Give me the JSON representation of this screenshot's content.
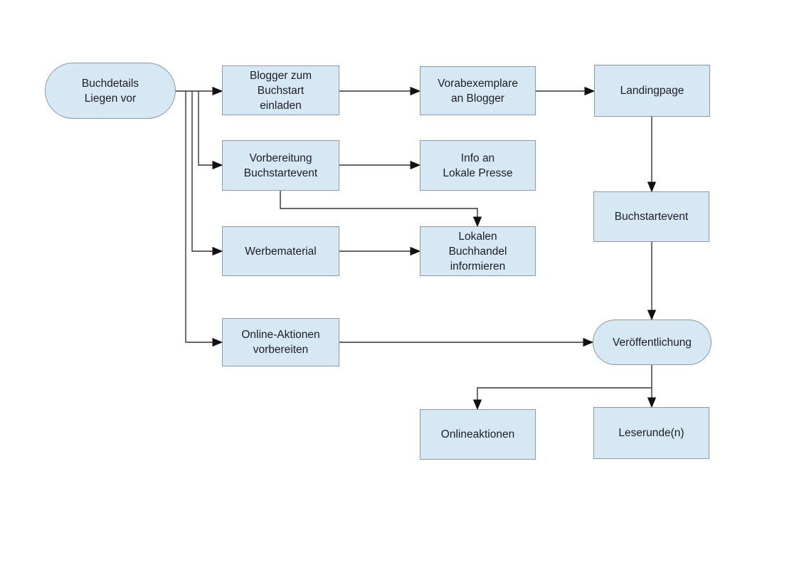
{
  "diagram_type": "flowchart",
  "style": {
    "node_fill": "#d7e8f5",
    "node_border": "#8d99a4",
    "text_color": "#1d1d26",
    "line_color": "#333333",
    "arrow_color": "#111111",
    "canvas_bg": "#ffffff"
  },
  "nodes": [
    {
      "id": "start",
      "shape": "terminator",
      "label": "Buchdetails\nLiegen vor"
    },
    {
      "id": "blogger-einladen",
      "shape": "process",
      "label": "Blogger zum\nBuchstart\neinladen"
    },
    {
      "id": "vorabexemplare",
      "shape": "process",
      "label": "Vorabexemplare\nan Blogger"
    },
    {
      "id": "landingpage",
      "shape": "process",
      "label": "Landingpage"
    },
    {
      "id": "vorbereitung-event",
      "shape": "process",
      "label": "Vorbereitung\nBuchstartevent"
    },
    {
      "id": "info-lokale-presse",
      "shape": "process",
      "label": "Info an\nLokale Presse"
    },
    {
      "id": "werbematerial",
      "shape": "process",
      "label": "Werbematerial"
    },
    {
      "id": "buchhandel-informieren",
      "shape": "process",
      "label": "Lokalen\nBuchhandel\ninformieren"
    },
    {
      "id": "buchstartevent",
      "shape": "process",
      "label": "Buchstartevent"
    },
    {
      "id": "online-aktionen-vorbereiten",
      "shape": "process",
      "label": "Online-Aktionen\nvorbereiten"
    },
    {
      "id": "veroeffentlichung",
      "shape": "terminator",
      "label": "Veröffentlichung"
    },
    {
      "id": "onlineaktionen",
      "shape": "process",
      "label": "Onlineaktionen"
    },
    {
      "id": "leserunde",
      "shape": "process",
      "label": "Leserunde(n)"
    }
  ],
  "edges": [
    {
      "from": "start",
      "to": "blogger-einladen"
    },
    {
      "from": "start",
      "to": "vorbereitung-event"
    },
    {
      "from": "start",
      "to": "werbematerial"
    },
    {
      "from": "start",
      "to": "online-aktionen-vorbereiten"
    },
    {
      "from": "blogger-einladen",
      "to": "vorabexemplare"
    },
    {
      "from": "vorabexemplare",
      "to": "landingpage"
    },
    {
      "from": "landingpage",
      "to": "buchstartevent"
    },
    {
      "from": "vorbereitung-event",
      "to": "info-lokale-presse"
    },
    {
      "from": "vorbereitung-event",
      "to": "buchhandel-informieren"
    },
    {
      "from": "werbematerial",
      "to": "buchhandel-informieren"
    },
    {
      "from": "buchstartevent",
      "to": "veroeffentlichung"
    },
    {
      "from": "online-aktionen-vorbereiten",
      "to": "veroeffentlichung"
    },
    {
      "from": "veroeffentlichung",
      "to": "leserunde"
    },
    {
      "from": "veroeffentlichung",
      "to": "onlineaktionen"
    }
  ]
}
